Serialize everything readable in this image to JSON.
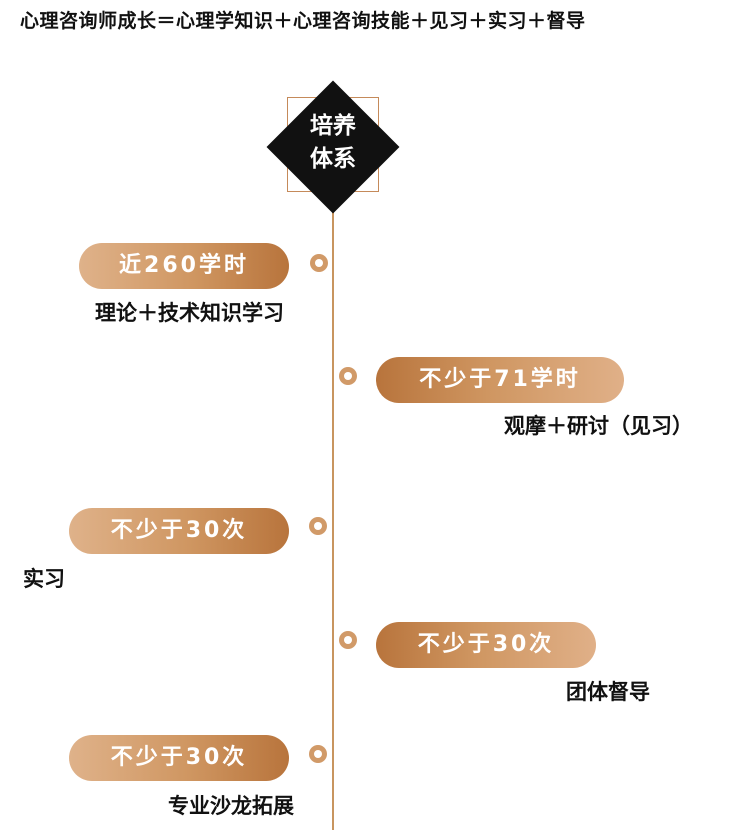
{
  "headline": "心理咨询师成长＝心理学知识＋心理咨询技能＋见习＋实习＋督导",
  "center": {
    "line1": "培养",
    "line2": "体系"
  },
  "milestones": [
    {
      "pill": "近260学时",
      "desc": "理论＋技术知识学习"
    },
    {
      "pill": "不少于71学时",
      "desc": "观摩＋研讨（见习）"
    },
    {
      "pill": "不少于30次",
      "desc": "实习"
    },
    {
      "pill": "不少于30次",
      "desc": "团体督导"
    },
    {
      "pill": "不少于30次",
      "desc": "专业沙龙拓展"
    }
  ],
  "colors": {
    "accent": "#cf9661",
    "accent_light": "#dfb28a",
    "accent_dark": "#b8743c",
    "diamond": "#111111"
  }
}
